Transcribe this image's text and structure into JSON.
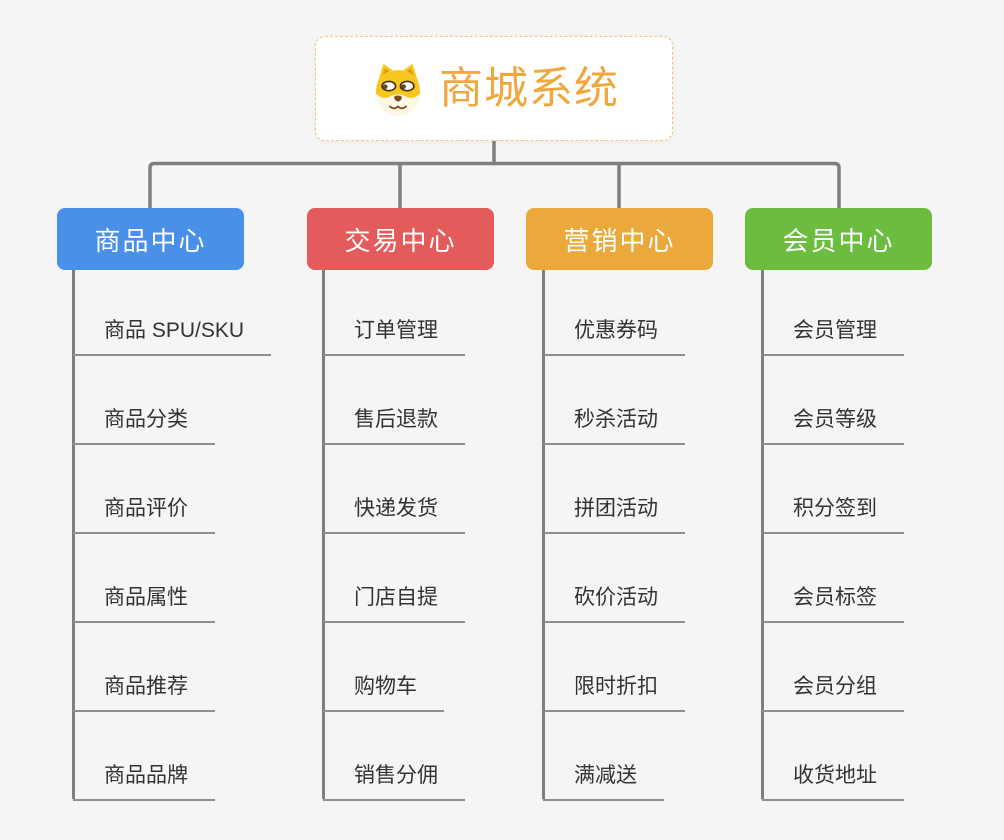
{
  "app": {
    "title": "商城系统",
    "background_color": "#f5f5f5"
  },
  "root": {
    "title": "商城系统",
    "icon": "dog-face-icon",
    "title_color": "#f0a73e",
    "border_color": "#f3c478"
  },
  "colors": {
    "connector": "#7f7f7f",
    "underline": "#8f8f8f",
    "item_text": "#333333"
  },
  "branches": [
    {
      "label": "商品中心",
      "color": "#4a90e8",
      "items": [
        "商品 SPU/SKU",
        "商品分类",
        "商品评价",
        "商品属性",
        "商品推荐",
        "商品品牌"
      ]
    },
    {
      "label": "交易中心",
      "color": "#e45b5b",
      "items": [
        "订单管理",
        "售后退款",
        "快递发货",
        "门店自提",
        "购物车",
        "销售分佣"
      ]
    },
    {
      "label": "营销中心",
      "color": "#eba93c",
      "items": [
        "优惠券码",
        "秒杀活动",
        "拼团活动",
        "砍价活动",
        "限时折扣",
        "满减送"
      ]
    },
    {
      "label": "会员中心",
      "color": "#6cbd3f",
      "items": [
        "会员管理",
        "会员等级",
        "积分签到",
        "会员标签",
        "会员分组",
        "收货地址"
      ]
    }
  ]
}
